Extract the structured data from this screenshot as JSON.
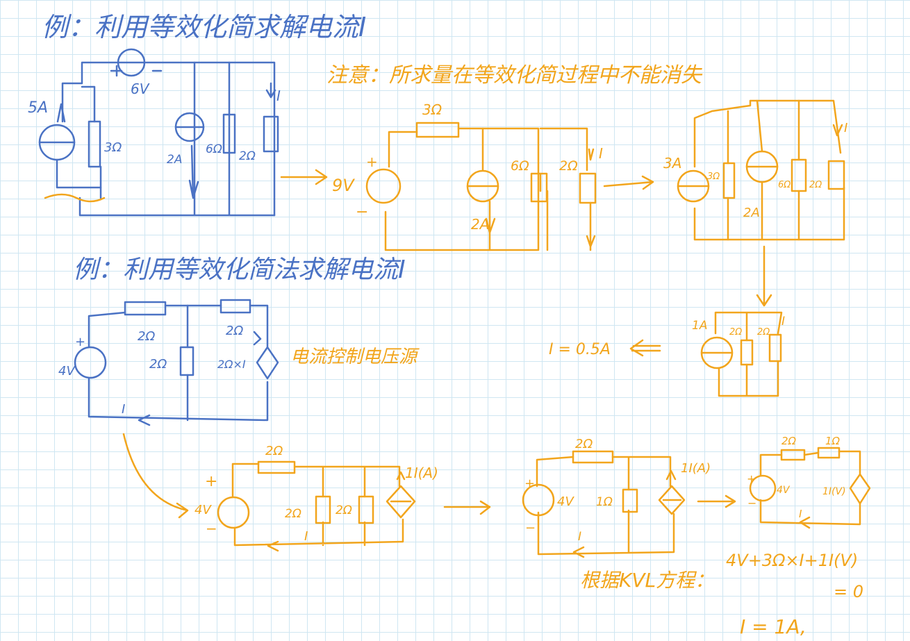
{
  "example1": {
    "title": "例：利用等效化简求解电流I",
    "note": "注意：所求量在等效化简过程中不能消失",
    "c1": {
      "src_i": "5A",
      "src_v": "6V",
      "r1": "3Ω",
      "src_i2": "2A",
      "r2": "6Ω",
      "r3": "2Ω",
      "cur": "I"
    },
    "c2": {
      "src_v": "9V",
      "plus": "+",
      "minus": "−",
      "r1": "3Ω",
      "src_i": "2A",
      "r2": "6Ω",
      "r3": "2Ω",
      "cur": "I"
    },
    "c3": {
      "src_i": "3A",
      "r1": "3Ω",
      "src_i2": "2A",
      "r2": "6Ω",
      "r3": "2Ω",
      "cur": "I"
    },
    "c4": {
      "src_i": "1A",
      "r1": "2Ω",
      "r2": "2Ω",
      "cur": "I"
    },
    "result": "I = 0.5A"
  },
  "example2": {
    "title": "例：利用等效化简法求解电流I",
    "ccvs_note": "电流控制电压源",
    "c1": {
      "src_v": "4V",
      "plus": "+",
      "r1": "2Ω",
      "r2": "2Ω",
      "r3": "2Ω",
      "ccvs": "2Ω×I",
      "cur": "I"
    },
    "c2": {
      "src_v": "4V",
      "plus": "+",
      "minus": "−",
      "r1": "2Ω",
      "r2": "2Ω",
      "r3": "2Ω",
      "dep": "1I(A)",
      "cur": "I"
    },
    "c3": {
      "src_v": "4V",
      "plus": "+",
      "minus": "−",
      "r1": "2Ω",
      "r2": "1Ω",
      "dep": "1I(A)",
      "cur": "I"
    },
    "c4": {
      "src_v": "4V",
      "plus": "+",
      "minus": "−",
      "r1": "2Ω",
      "r2": "1Ω",
      "dep": "1I(V)",
      "cur": "I"
    },
    "kvl_label": "根据KVL方程：",
    "kvl_eq": "4V+3Ω×I+1I(V)",
    "kvl_eq2": "= 0",
    "answer": "I = 1A,"
  },
  "colors": {
    "blue": "#4a72c4",
    "orange": "#f2a51c",
    "grid": "#cfe6f2"
  }
}
